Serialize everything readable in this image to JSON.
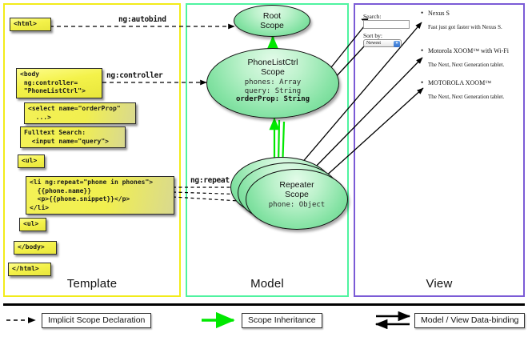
{
  "diagram": {
    "title": "AngularJS Template / Model / View data-binding diagram",
    "colors": {
      "template_border": "#f2eb1a",
      "model_border": "#4ff3a0",
      "view_border": "#7b5bd6",
      "code_box_fill": "#f2f04a",
      "scope_fill": "#86e3a5",
      "inheritance_arrow": "#00e800",
      "line": "#000000"
    }
  },
  "panels": {
    "template": {
      "label": "Template"
    },
    "model": {
      "label": "Model"
    },
    "view": {
      "label": "View"
    }
  },
  "template": {
    "boxes": [
      {
        "id": "html-open",
        "text": "<html>"
      },
      {
        "id": "body-open",
        "text": "<body\n ng:controller=\n \"PhoneListCtrl\">"
      },
      {
        "id": "select",
        "text": "<select name=\"orderProp\"\n  ...>"
      },
      {
        "id": "fulltext",
        "text": "Fulltext Search:\n  <input name=\"query\">"
      },
      {
        "id": "ul-open",
        "text": "<ul>"
      },
      {
        "id": "li-repeat",
        "text": "<li ng:repeat=\"phone in phones\">\n  {{phone.name}}\n  <p>{{phone.snippet}}</p>\n</li>"
      },
      {
        "id": "ul-close",
        "text": "<ul>"
      },
      {
        "id": "body-close",
        "text": "</body>"
      },
      {
        "id": "html-close",
        "text": "</html>"
      }
    ]
  },
  "connectors": {
    "autobind": "ng:autobind",
    "controller": "ng:controller",
    "repeat": "ng:repeat"
  },
  "model": {
    "scopes": [
      {
        "id": "root-scope",
        "title_line1": "Root",
        "title_line2": "Scope",
        "props": []
      },
      {
        "id": "phonelistctrl-scope",
        "title_line1": "PhoneListCtrl",
        "title_line2": "Scope",
        "props": [
          {
            "text": "phones: Array",
            "bold": false
          },
          {
            "text": "query: String",
            "bold": false
          },
          {
            "text": "orderProp: String",
            "bold": true
          }
        ]
      },
      {
        "id": "repeater-scope",
        "title_line1": "Repeater",
        "title_line2": "Scope",
        "props": [
          {
            "text": "phone: Object",
            "bold": false
          }
        ]
      }
    ]
  },
  "view": {
    "search_label": "Search:",
    "search_value": "",
    "sort_label": "Sort by:",
    "sort_value": "Newest",
    "phones": [
      {
        "name": "Nexus S",
        "snippet": "Fast just got faster with Nexus S."
      },
      {
        "name": "Motorola XOOM™ with Wi-Fi",
        "snippet": "The Next, Next Generation tablet."
      },
      {
        "name": "MOTOROLA XOOM™",
        "snippet": "The Next, Next Generation tablet."
      }
    ]
  },
  "legend": {
    "items": [
      {
        "id": "implicit-scope-declaration",
        "label": "Implicit Scope Declaration",
        "style": "dashed-arrow"
      },
      {
        "id": "scope-inheritance",
        "label": "Scope Inheritance",
        "style": "green-arrow"
      },
      {
        "id": "model-view-data-binding",
        "label": "Model / View Data-binding",
        "style": "double-arrow"
      }
    ]
  }
}
